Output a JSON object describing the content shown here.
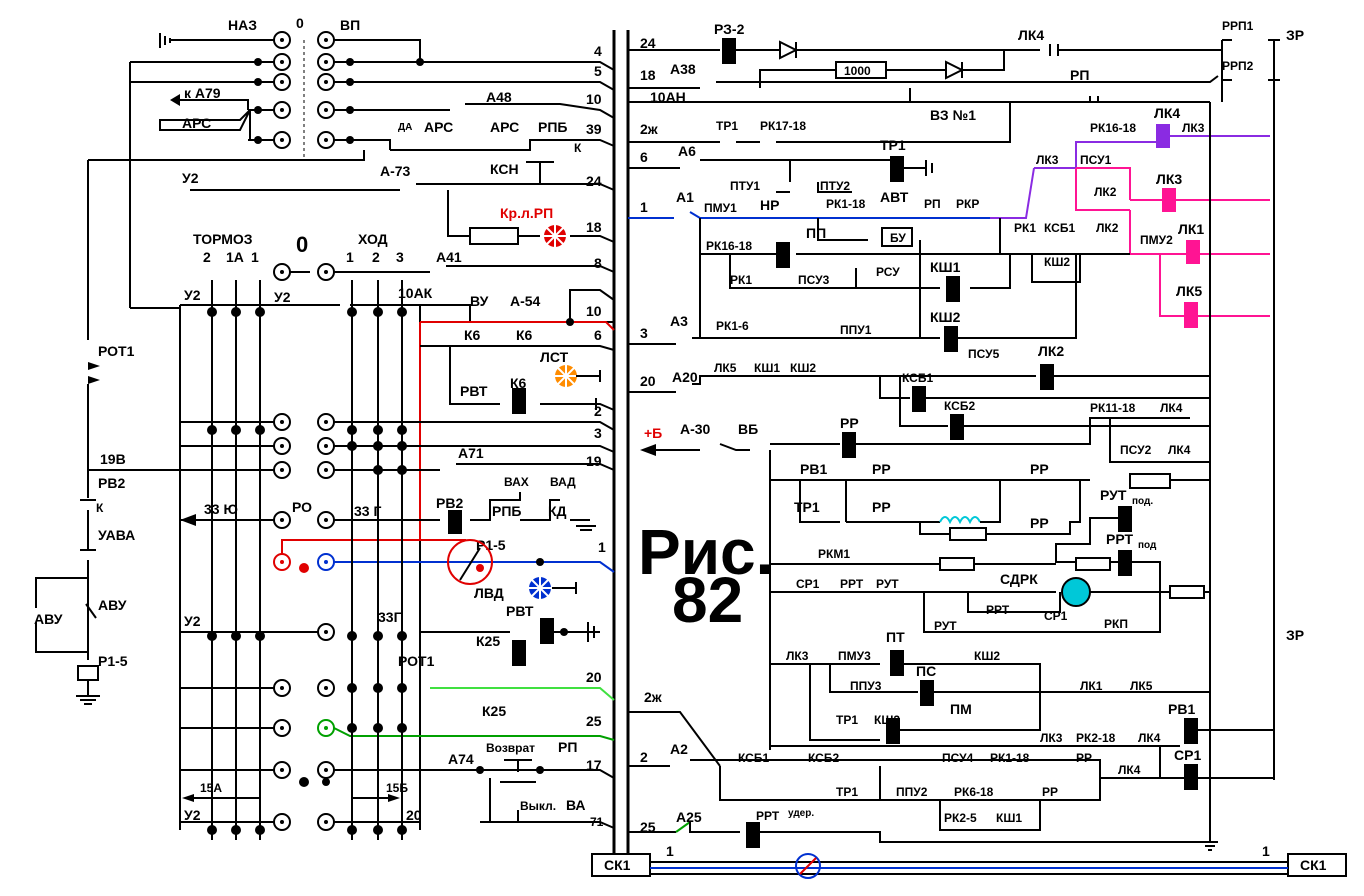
{
  "figure": {
    "title": "Рис.",
    "number": "82"
  },
  "colors": {
    "red": "#e00000",
    "blue": "#0030d0",
    "green": "#00a000",
    "light_green": "#40e040",
    "purple": "#8a2be2",
    "pink": "#ff1493",
    "orange": "#ff8c00",
    "cyan": "#00c8d8",
    "black": "#000000"
  },
  "controller": {
    "header": {
      "naz": "НАЗ",
      "zero": "0",
      "vp": "ВП"
    },
    "mid_zero": "0",
    "brake": "ТОРМОЗ",
    "brake_positions": [
      "2",
      "1А",
      "1"
    ],
    "run": "ХОД",
    "run_positions": [
      "1",
      "2",
      "3"
    ],
    "u2": "У2",
    "ro": "РО",
    "wire_33yu": "33 Ю",
    "wire_33g": "33 Г",
    "wire_33g2": "33Г",
    "wire_19v": "19В",
    "wire_15a": "15А",
    "wire_15b": "15Б",
    "wire_20": "20",
    "wire_10ak": "10АК"
  },
  "left_labels": {
    "k_a79": "к А79",
    "ars": "АРС",
    "rot1": "РОТ1",
    "rv2": "РВ2",
    "k": "К",
    "uava": "УАВА",
    "avu_l": "АВУ",
    "avu_r": "АВУ",
    "r15": "Р1-5"
  },
  "mid_labels": {
    "a48": "А48",
    "da": "ДА",
    "ars1": "АРС",
    "ars2": "АРС",
    "rpb": "РПБ",
    "k": "К",
    "a73": "А-73",
    "ksn": "КСН",
    "krlrp": "Кр.л.РП",
    "a41": "А41",
    "vu": "ВУ",
    "a54": "А-54",
    "k6a": "К6",
    "k6b": "К6",
    "lst": "ЛСТ",
    "rvt": "РВТ",
    "k6c": "К6",
    "a71": "А71",
    "vah": "ВАХ",
    "vad": "ВАД",
    "rv2": "РВ2",
    "rpb2": "РПБ",
    "kd": "КД",
    "r15": "Р1-5",
    "lvd": "ЛВД",
    "rvt2": "РВТ",
    "k25": "К25",
    "rot1": "РОТ1",
    "k25b": "К25",
    "a74": "А74",
    "vozvrat": "Возврат",
    "rp": "РП",
    "vykl": "Выкл.",
    "va": "ВА"
  },
  "bus_wires": [
    "4",
    "5",
    "10",
    "39",
    "24",
    "18",
    "8",
    "10",
    "6",
    "2",
    "3",
    "19",
    "1",
    "20",
    "25",
    "17",
    "71"
  ],
  "right_labels": {
    "w24": "24",
    "w18": "18",
    "w10an": "10АН",
    "w2zh": "2ж",
    "w6": "6",
    "w1": "1",
    "w3": "3",
    "w20": "20",
    "wplusb": "+Б",
    "w2zh2": "2ж",
    "w2": "2",
    "w25": "25",
    "rz2": "РЗ-2",
    "r1000": "1000",
    "a38": "А38",
    "lk4top": "ЛК4",
    "rp_top": "РП",
    "rrp1": "РРП1",
    "rrp2": "РРП2",
    "zp": "ЗР",
    "zp2": "ЗР",
    "tr1": "ТР1",
    "rk1718": "РК17-18",
    "vz1": "ВЗ №1",
    "a6": "А6",
    "tr1coil": "ТР1",
    "ptu1": "ПТУ1",
    "ptu2": "ПТУ2",
    "avt": "АВТ",
    "a1": "А1",
    "pmu1": "ПМУ1",
    "nr": "НР",
    "rk118": "РК1-18",
    "rp2": "РП",
    "rkr": "РКР",
    "bu": "БУ",
    "rk1618": "РК16-18",
    "lk4c": "ЛК4",
    "lk3": "ЛК3",
    "psu1": "ПСУ1",
    "lk3b": "ЛК3",
    "lk2": "ЛК2",
    "lk3coil": "ЛК3",
    "lk1coil": "ЛК1",
    "pmu2": "ПМУ2",
    "lk5coil": "ЛК5",
    "rk1": "РК1",
    "ksb1": "КСБ1",
    "lk2b": "ЛК2",
    "ksh2": "КШ2",
    "rk1618b": "РК16-18",
    "pp": "ПП",
    "rk1b": "РК1",
    "psu3": "ПСУ3",
    "rsu": "РСУ",
    "ksh1": "КШ1",
    "ksh2coil": "КШ2",
    "a3": "А3",
    "rk16": "РК1-6",
    "ppu1": "ППУ1",
    "psu5": "ПСУ5",
    "lk2coil": "ЛК2",
    "a20": "А20",
    "lk5": "ЛК5",
    "ksh1b": "КШ1",
    "ksh2b": "КШ2",
    "ksb1coil": "КСБ1",
    "ksb2coil": "КСБ2",
    "a30": "А-30",
    "vb": "ВБ",
    "rr": "РР",
    "rk1118": "РК11-18",
    "lk4d": "ЛК4",
    "psu2": "ПСУ2",
    "lk4e": "ЛК4",
    "rv1": "РВ1",
    "rr2": "РР",
    "rr3": "РР",
    "tr1b": "ТР1",
    "rr4": "РР",
    "rr5": "РР",
    "rut": "РУТ",
    "rut_sub": "под.",
    "rrt": "РРТ",
    "rrt_sub": "под",
    "rkm1": "РКМ1",
    "sr1": "СР1",
    "rrt2": "РРТ",
    "rut2": "РУТ",
    "sdrk": "СДРК",
    "rrt3": "РРТ",
    "sr1b": "СР1",
    "rut3": "РУТ",
    "rkp": "РКП",
    "lk3c": "ЛК3",
    "pmu3": "ПМУ3",
    "pt": "ПТ",
    "ksh2c": "КШ2",
    "ppu3": "ППУ3",
    "ps": "ПС",
    "lk1": "ЛК1",
    "lk5b": "ЛК5",
    "tr1c": "ТР1",
    "ksh2d": "КШ2",
    "pm": "ПМ",
    "rv1coil": "РВ1",
    "lk3d": "ЛК3",
    "rk218": "РК2-18",
    "lk4f": "ЛК4",
    "a2": "А2",
    "ksb1b": "КСБ1",
    "ksb2b": "КСБ2",
    "psu4": "ПСУ4",
    "rk118b": "РК1-18",
    "rr6": "РР",
    "lk4g": "ЛК4",
    "sr1coil": "СР1",
    "tr1d": "ТР1",
    "ppu2": "ППУ2",
    "rk618": "РК6-18",
    "rr7": "РР",
    "rk25": "РК2-5",
    "ksh1c": "КШ1",
    "a25": "А25",
    "rrt_ud": "РРТ",
    "rrt_ud_sub": "удер.",
    "sk1_l": "СК1",
    "sk1_r": "СК1",
    "w1_l": "1",
    "w1_r": "1"
  }
}
